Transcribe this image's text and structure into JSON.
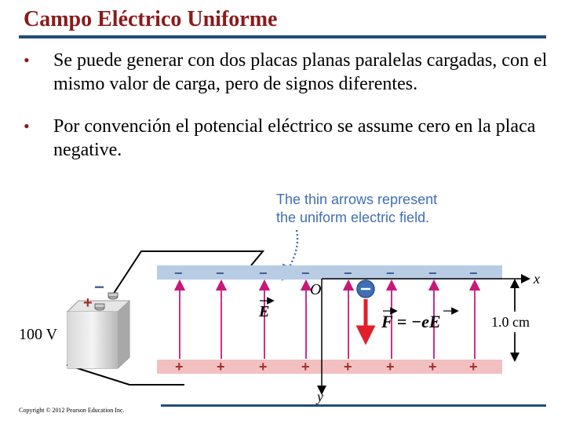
{
  "slide": {
    "title": "Campo Eléctrico Uniforme",
    "bullets": [
      "Se puede generar con dos placas planas paralelas cargadas,  con el mismo valor de carga, pero de signos diferentes.",
      "Por convención el potencial eléctrico se assume cero en la placa negative."
    ],
    "copyright": "Copyright © 2012 Pearson Education Inc."
  },
  "figure": {
    "caption_line1": "The thin arrows represent",
    "caption_line2": "the uniform electric field.",
    "voltage": "100 V",
    "separation": "1.0 cm",
    "origin_label": "O",
    "x_axis_label": "x",
    "y_axis_label": "y",
    "field_label": "E",
    "force_label": "F = −eE",
    "minus_sign": "−",
    "plus_sign": "+",
    "colors": {
      "title": "#8b1a1a",
      "rule": "#1f4e79",
      "top_plate": "#b8cce4",
      "bottom_plate": "#f2c0c0",
      "field_arrow": "#c8187a",
      "force_arrow": "#e0202a",
      "caption": "#3f6fb5"
    }
  }
}
